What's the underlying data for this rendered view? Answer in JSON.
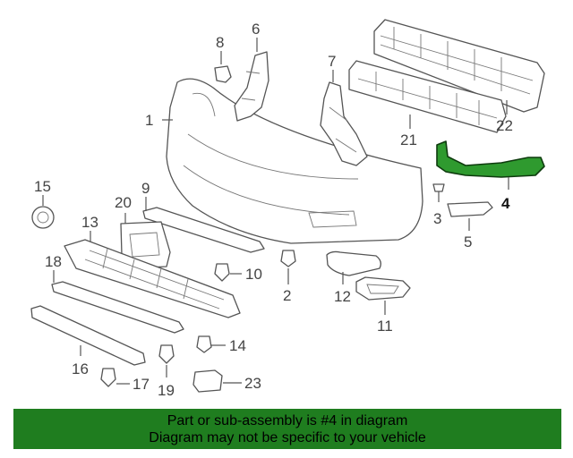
{
  "diagram": {
    "highlight_color": "#2f9a2f",
    "callouts": [
      {
        "id": "1",
        "label": "1"
      },
      {
        "id": "2",
        "label": "2"
      },
      {
        "id": "3",
        "label": "3"
      },
      {
        "id": "4",
        "label": "4",
        "highlighted": true
      },
      {
        "id": "5",
        "label": "5"
      },
      {
        "id": "6",
        "label": "6"
      },
      {
        "id": "7",
        "label": "7"
      },
      {
        "id": "8",
        "label": "8"
      },
      {
        "id": "9",
        "label": "9"
      },
      {
        "id": "10",
        "label": "10"
      },
      {
        "id": "11",
        "label": "11"
      },
      {
        "id": "12",
        "label": "12"
      },
      {
        "id": "13",
        "label": "13"
      },
      {
        "id": "14",
        "label": "14"
      },
      {
        "id": "15",
        "label": "15"
      },
      {
        "id": "16",
        "label": "16"
      },
      {
        "id": "17",
        "label": "17"
      },
      {
        "id": "18",
        "label": "18"
      },
      {
        "id": "19",
        "label": "19"
      },
      {
        "id": "20",
        "label": "20"
      },
      {
        "id": "21",
        "label": "21"
      },
      {
        "id": "22",
        "label": "22"
      },
      {
        "id": "23",
        "label": "23"
      }
    ]
  },
  "banner": {
    "line1": "Part or sub-assembly is #4 in diagram",
    "line2": "Diagram may not be specific to your vehicle",
    "background": "#1f7d1f"
  }
}
